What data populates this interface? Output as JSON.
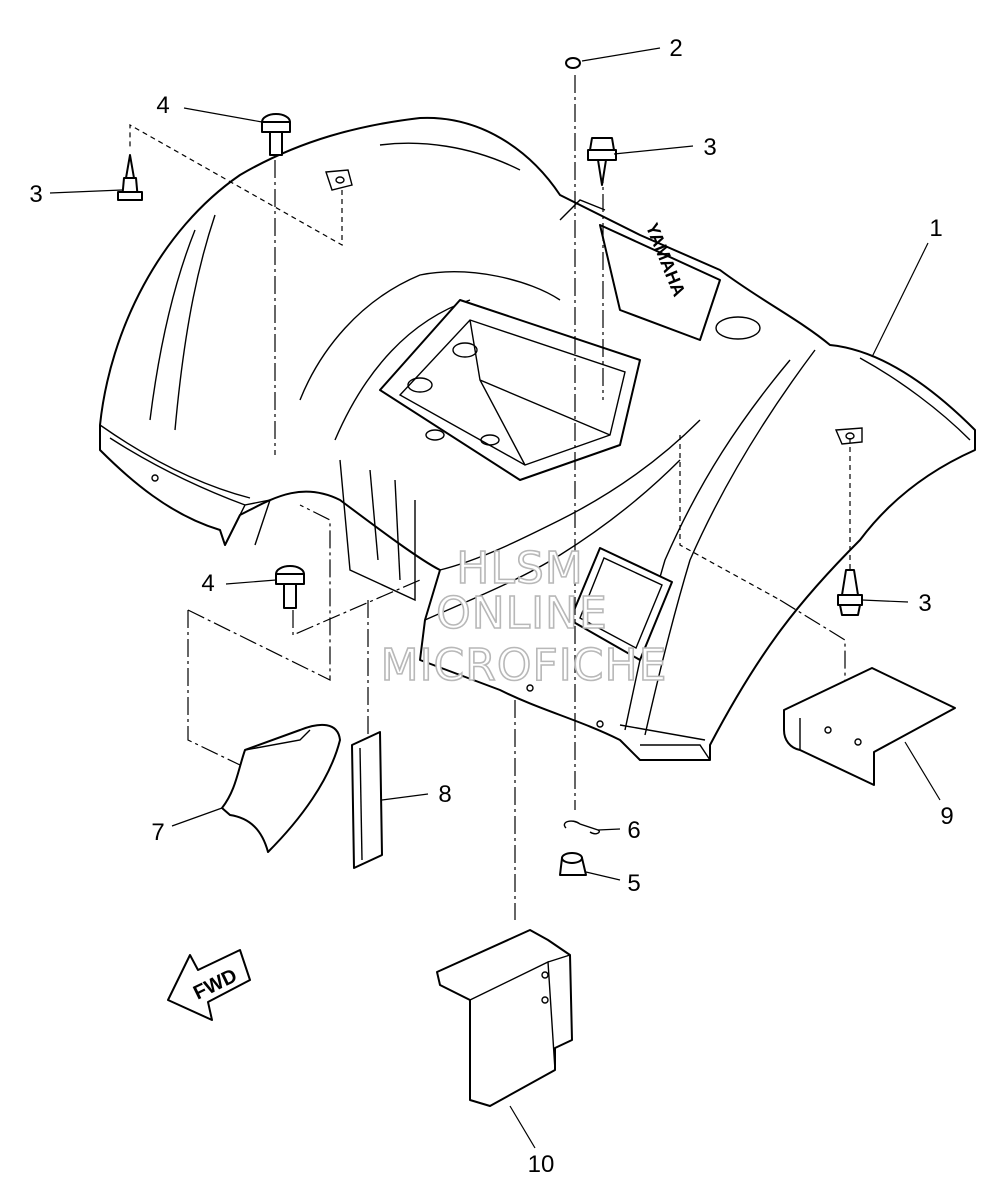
{
  "diagram": {
    "brand_text": "YAMAHA",
    "fwd_label": "FWD",
    "watermark": [
      "HLSM",
      "ONLINE",
      "MICROFICHE"
    ],
    "callouts": [
      {
        "id": "c1",
        "label": "1"
      },
      {
        "id": "c2",
        "label": "2"
      },
      {
        "id": "c3a",
        "label": "3"
      },
      {
        "id": "c3b",
        "label": "3"
      },
      {
        "id": "c3c",
        "label": "3"
      },
      {
        "id": "c4a",
        "label": "4"
      },
      {
        "id": "c4b",
        "label": "4"
      },
      {
        "id": "c5",
        "label": "5"
      },
      {
        "id": "c6",
        "label": "6"
      },
      {
        "id": "c7",
        "label": "7"
      },
      {
        "id": "c8",
        "label": "8"
      },
      {
        "id": "c9",
        "label": "9"
      },
      {
        "id": "c10",
        "label": "10"
      }
    ]
  }
}
